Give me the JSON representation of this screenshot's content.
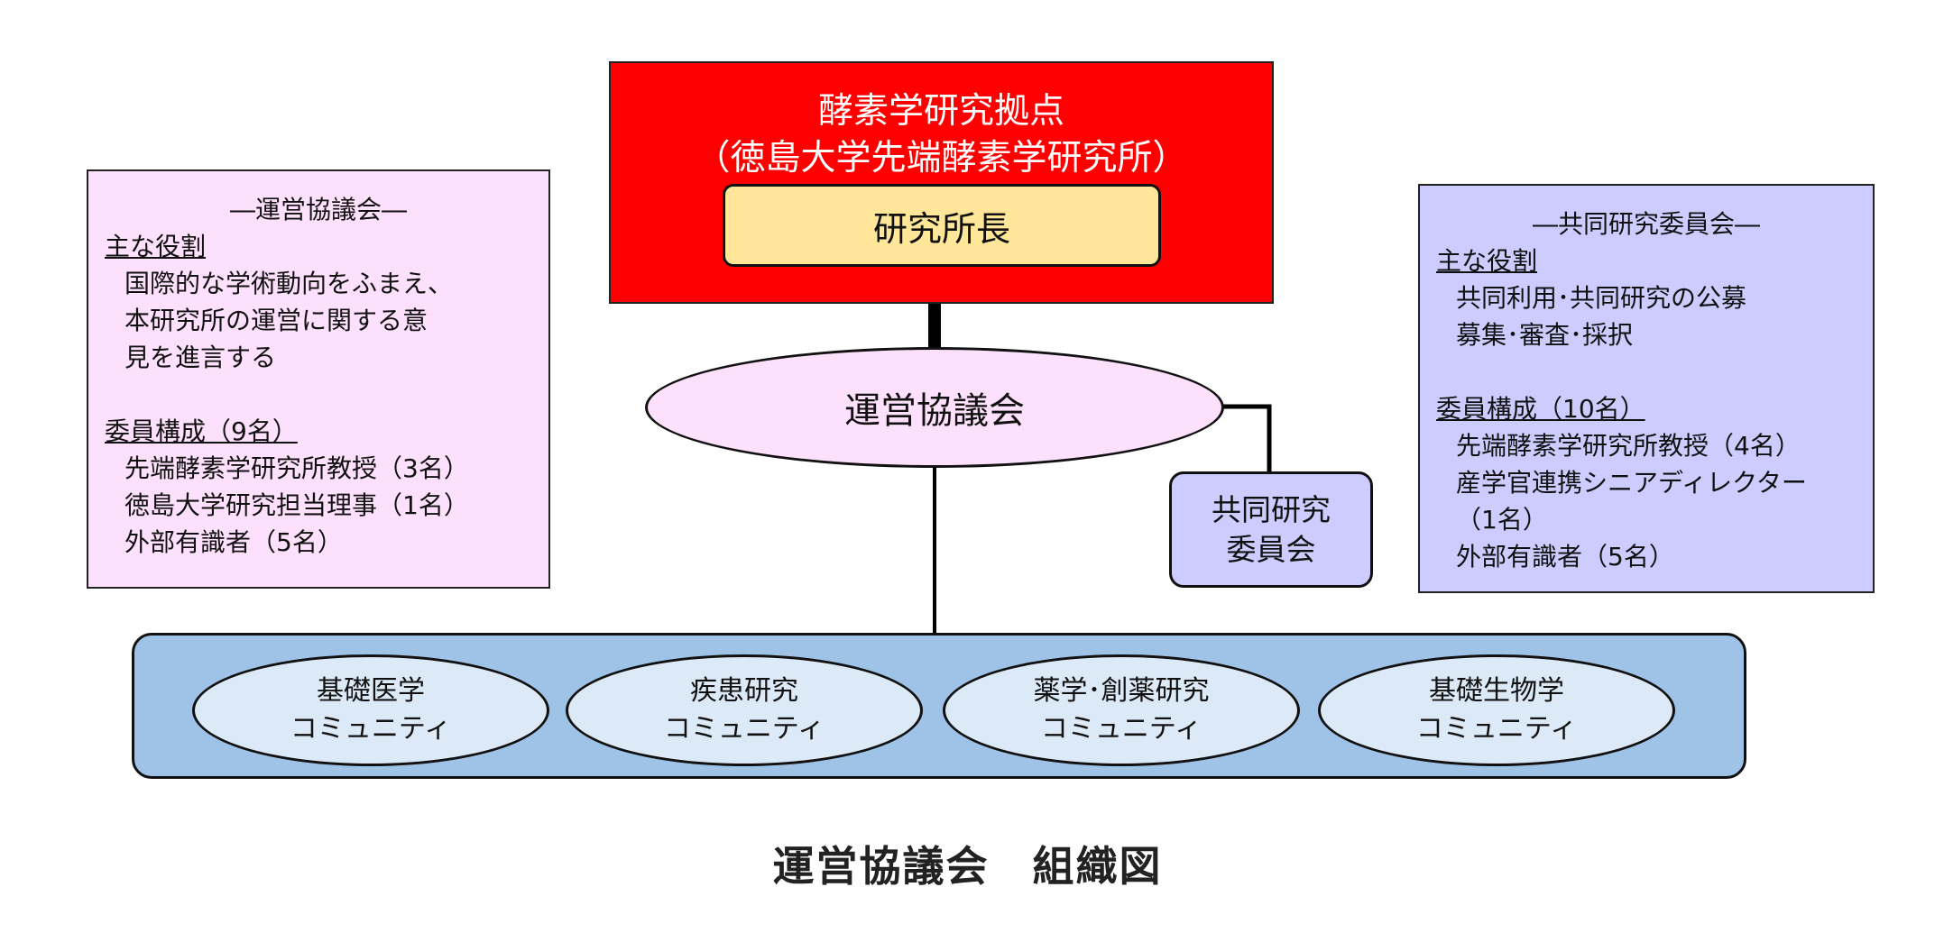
{
  "top": {
    "title_line1": "酵素学研究拠点",
    "title_line2": "（徳島大学先端酵素学研究所）",
    "director": "研究所長"
  },
  "council": {
    "label": "運営協議会"
  },
  "joint_committee": {
    "line1": "共同研究",
    "line2": "委員会"
  },
  "left_panel": {
    "heading": "―運営協議会―",
    "role_title": "主な役割",
    "role_lines": [
      "国際的な学術動向をふまえ、",
      "本研究所の運営に関する意",
      "見を進言する"
    ],
    "members_title": "委員構成（9名）",
    "member_lines": [
      "先端酵素学研究所教授（3名）",
      "徳島大学研究担当理事（1名）",
      "外部有識者（5名）"
    ]
  },
  "right_panel": {
    "heading": "―共同研究委員会―",
    "role_title": "主な役割",
    "role_lines": [
      "共同利用･共同研究の公募",
      "募集･審査･採択"
    ],
    "members_title": "委員構成（10名）",
    "member_lines": [
      "先端酵素学研究所教授（4名）",
      "産学官連携シニアディレクター",
      "（1名）",
      "外部有識者（5名）"
    ]
  },
  "communities": [
    {
      "line1": "基礎医学",
      "line2": "コミュニティ"
    },
    {
      "line1": "疾患研究",
      "line2": "コミュニティ"
    },
    {
      "line1": "薬学･創薬研究",
      "line2": "コミュニティ"
    },
    {
      "line1": "基礎生物学",
      "line2": "コミュニティ"
    }
  ],
  "caption": "運営協議会　組織図",
  "colors": {
    "top_box": "#ff0000",
    "director_box": "#ffe699",
    "council": "#fde0fb",
    "joint_committee": "#ccccff",
    "band": "#9ec3e6",
    "community": "#dce9f6"
  }
}
